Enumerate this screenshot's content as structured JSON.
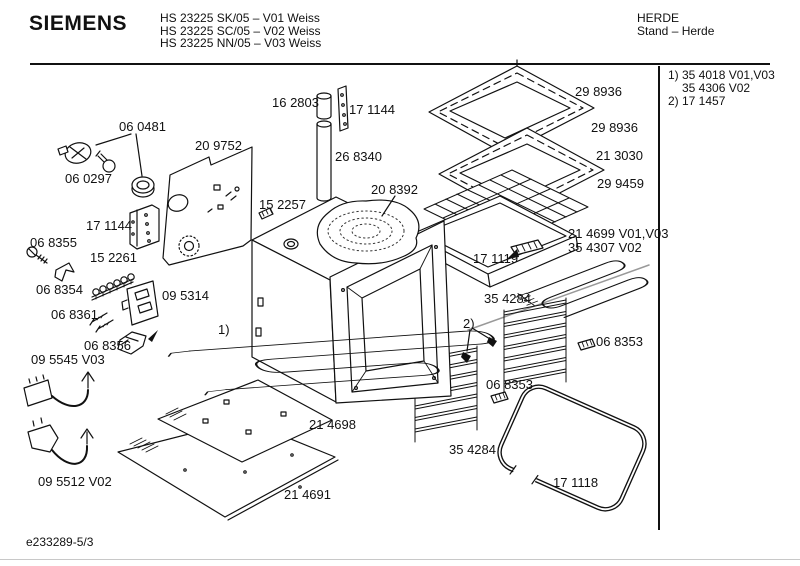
{
  "header": {
    "brand": "SIEMENS",
    "model_line_1": "HS 23225 SK/05 – V01 Weiss",
    "model_line_2": "HS 23225 SC/05 – V02 Weiss",
    "model_line_3": "HS 23225 NN/05 – V03 Weiss",
    "category": "HERDE",
    "subcategory": "Stand – Herde"
  },
  "legend": {
    "note_1": "1) 35 4018 V01,V03",
    "note_1b": "35 4306 V02",
    "note_2": "2) 17 1457"
  },
  "footer": {
    "document_code": "e233289-5/3"
  },
  "diagram": {
    "markers": {
      "m1": "1)",
      "m2": "2)"
    },
    "labels": [
      "16 2803",
      "17 1144",
      "26 8340",
      "06 0481",
      "20 9752",
      "06 0297",
      "20 8392",
      "15 2257",
      "17 1144",
      "06 8355",
      "15 2261",
      "06 8354",
      "09 5314",
      "06 8361",
      "06 8356",
      "09 5545 V03",
      "09 5512 V02",
      "29 8936",
      "29 8936",
      "21 3030",
      "29 9459",
      "21 4699 V01,V03",
      "35 4307 V02",
      "17 1119",
      "35 4284",
      "06 8353",
      "06 8353",
      "35 4284",
      "17 1118",
      "21 4698",
      "21 4691"
    ]
  },
  "colors": {
    "ink": "#111111",
    "gray_line": "#999999",
    "faint_rule": "#c8c8c8",
    "background": "#ffffff"
  }
}
